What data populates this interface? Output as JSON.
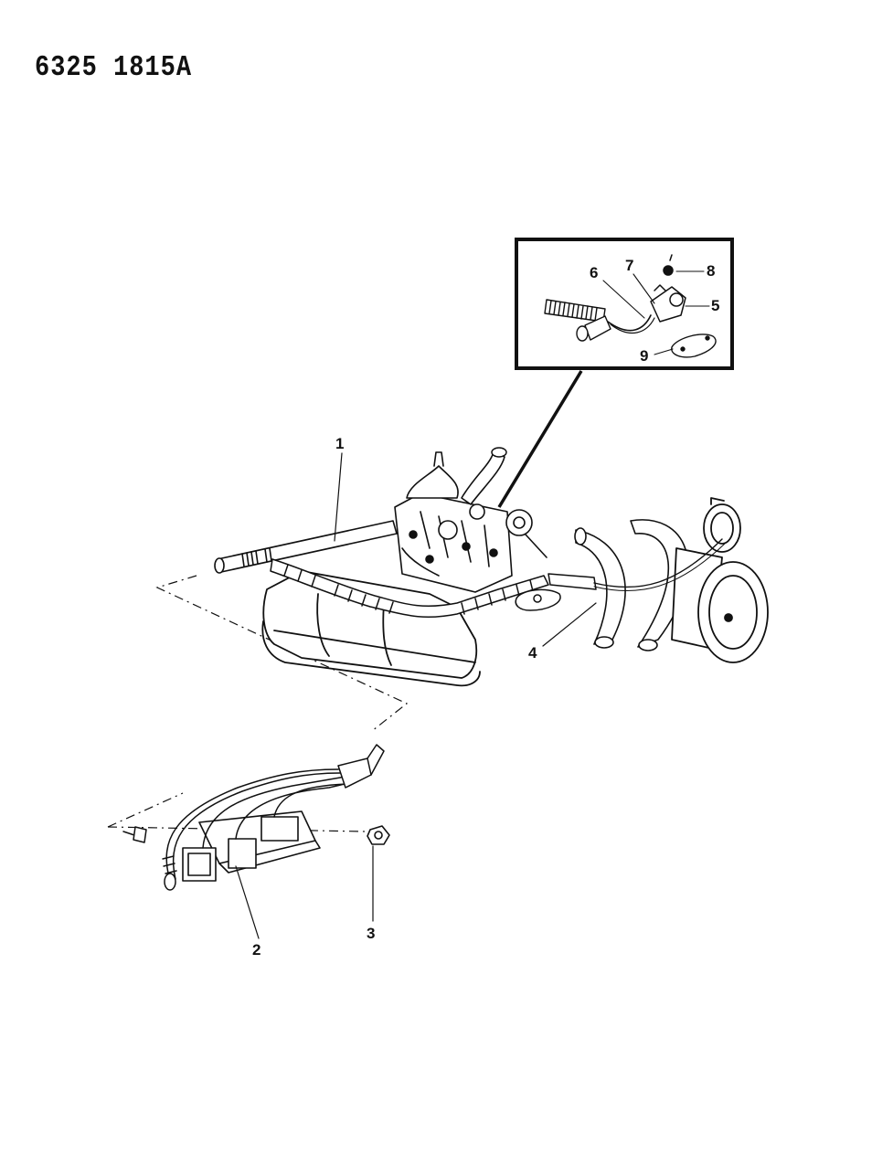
{
  "document": {
    "id": "6325 1815A"
  },
  "callouts": [
    {
      "id": "1",
      "label": "1"
    },
    {
      "id": "2",
      "label": "2"
    },
    {
      "id": "3",
      "label": "3"
    },
    {
      "id": "4",
      "label": "4"
    },
    {
      "id": "5",
      "label": "5"
    },
    {
      "id": "6",
      "label": "6"
    },
    {
      "id": "7",
      "label": "7"
    },
    {
      "id": "8",
      "label": "8"
    },
    {
      "id": "9",
      "label": "9"
    }
  ],
  "colors": {
    "ink": "#111111",
    "paper": "#ffffff"
  }
}
